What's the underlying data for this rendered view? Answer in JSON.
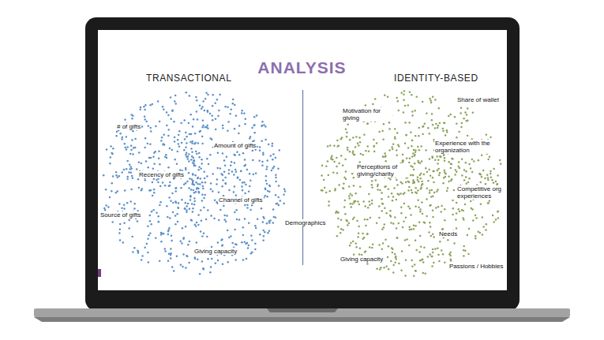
{
  "diagram": {
    "title": "ANALYSIS",
    "nodes": [
      {
        "text": [
          "TRANSACTIONAL",
          "# of gifts",
          "Amount of gifts",
          "Recency of gifts",
          "Channel of gifts",
          "Source of gifts",
          "Giving capacity"
        ]
      },
      {
        "text": [
          "IDENTITY-BASED",
          "Motivation for giving",
          "Share of wallet",
          "Experience with the organization",
          "Perceptions of giving/charity",
          "Competitive org experiences",
          "Needs",
          "Giving capacity",
          "Passions / Hobbies"
        ]
      }
    ],
    "labels": [
      "Demographics"
    ]
  }
}
